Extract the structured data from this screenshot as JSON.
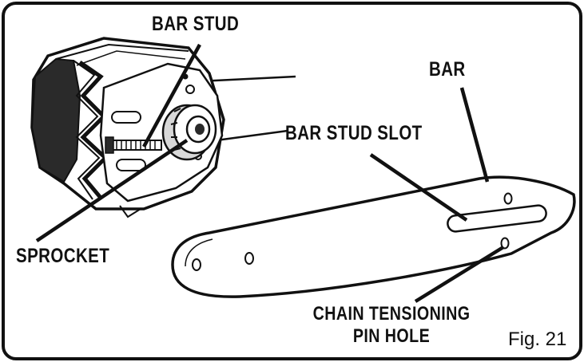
{
  "labels": {
    "bar_stud": "BAR STUD",
    "bar": "BAR",
    "bar_stud_slot": "BAR STUD SLOT",
    "sprocket": "SPROCKET",
    "chain_tensioning_line1": "CHAIN TENSIONING",
    "chain_tensioning_line2": "PIN HOLE"
  },
  "caption": "Fig. 21",
  "colors": {
    "ink": "#111111",
    "paper": "#ffffff",
    "shade": "#d8d8d8"
  }
}
